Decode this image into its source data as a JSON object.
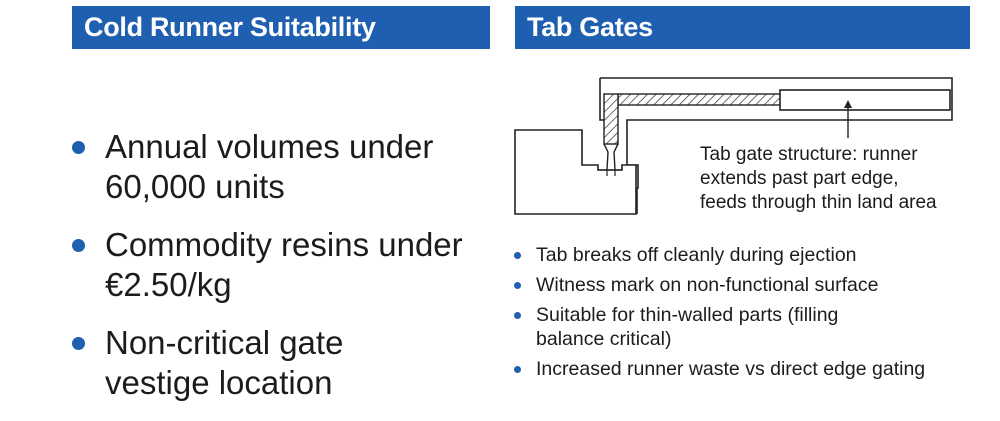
{
  "left_panel": {
    "heading": "Cold Runner Suitability",
    "bullets": [
      {
        "line1": "Annual volumes under",
        "line2": "60,000 units"
      },
      {
        "line1": "Commodity resins under",
        "line2": "€2.50/kg"
      },
      {
        "line1": "Non-critical gate",
        "line2": "vestige location"
      }
    ]
  },
  "right_panel": {
    "heading": "Tab Gates",
    "diagram": {
      "caption_lines": [
        "Tab gate structure: runner",
        "extends past part edge,",
        "feeds through thin land area"
      ]
    },
    "bullets": [
      {
        "line1": "Tab breaks off cleanly during ejection",
        "line2": ""
      },
      {
        "line1": "Witness mark on non-functional surface",
        "line2": ""
      },
      {
        "line1": "Suitable for thin-walled parts (filling",
        "line2": "balance critical)"
      },
      {
        "line1": "Increased runner waste vs direct edge gating",
        "line2": ""
      }
    ]
  },
  "colors": {
    "accent": "#1f5fb0",
    "text": "#1c1c1c",
    "background": "#ffffff"
  }
}
